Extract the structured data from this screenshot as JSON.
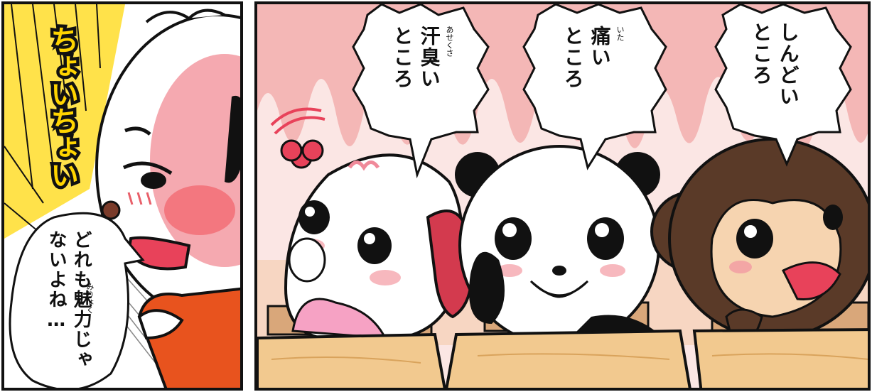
{
  "sfx": {
    "text": "ちょいちょい"
  },
  "left_bubble": {
    "lines": [
      "どれも魅力じゃ",
      "ないよね…"
    ],
    "ruby": "みりょく"
  },
  "bubble_sweaty": {
    "lines": [
      "汗臭い",
      "ところ"
    ],
    "ruby": "あせくさ"
  },
  "bubble_painful": {
    "lines": [
      "痛い",
      "ところ"
    ],
    "ruby": "いた"
  },
  "bubble_tough": {
    "lines": [
      "しんどい",
      "ところ"
    ]
  },
  "colors": {
    "border": "#111111",
    "speed_lines_yellow": "#ffd400",
    "panel_bg_pink": "#fbe6e4",
    "desk_wood": "#f2c98f",
    "blush_red": "#e8606a",
    "monkey_brown": "#5a3a28"
  }
}
